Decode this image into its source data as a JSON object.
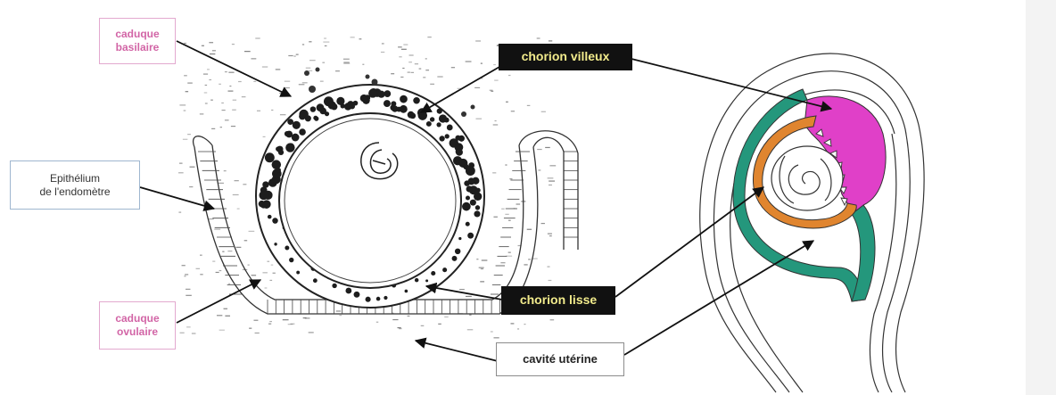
{
  "labels": {
    "caduque_basilaire": [
      "caduque",
      "basilaire"
    ],
    "chorion_villeux": "chorion villeux",
    "epithelium": [
      "Epithélium",
      "de l'endomètre"
    ],
    "caduque_ovulaire": [
      "caduque",
      "ovulaire"
    ],
    "chorion_lisse": "chorion lisse",
    "cavite_uterine": "cavité utérine"
  },
  "colors": {
    "caduque_basilaire_label": "#d265a6",
    "chorion_villeux_region": "#e040c8",
    "caduque_region": "#24977c",
    "amnion_region": "#e0852f",
    "dark_label_text": "#f2eb8c"
  }
}
